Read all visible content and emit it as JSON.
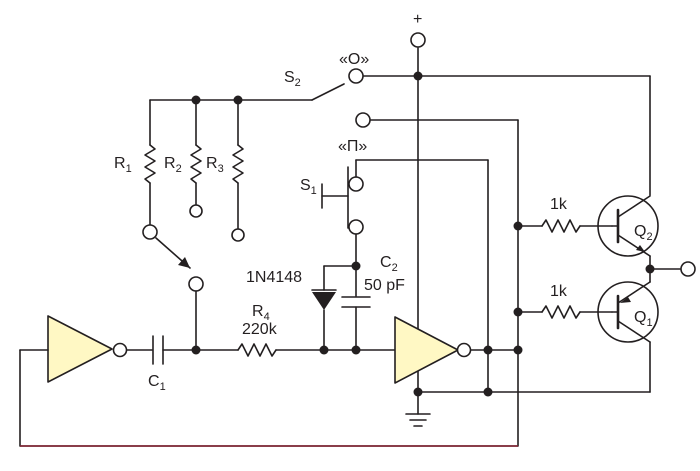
{
  "labels": {
    "supply": "+",
    "s2": "S",
    "s2_sub": "2",
    "pos_o": "«O»",
    "pos_p": "«П»",
    "s1": "S",
    "s1_sub": "1",
    "r1": "R",
    "r1_sub": "1",
    "r2": "R",
    "r2_sub": "2",
    "r3": "R",
    "r3_sub": "3",
    "r4": "R",
    "r4_sub": "4",
    "r4_value": "220k",
    "c1": "C",
    "c1_sub": "1",
    "c2": "C",
    "c2_sub": "2",
    "c2_value": "50 pF",
    "diode": "1N4148",
    "rb_top": "1k",
    "rb_bot": "1k",
    "q2": "Q",
    "q2_sub": "2",
    "q1": "Q",
    "q1_sub": "1"
  },
  "colors": {
    "wire": "#231f20",
    "buffer_fill": "#fff8c4",
    "feedback_wire": "#7a2230"
  }
}
